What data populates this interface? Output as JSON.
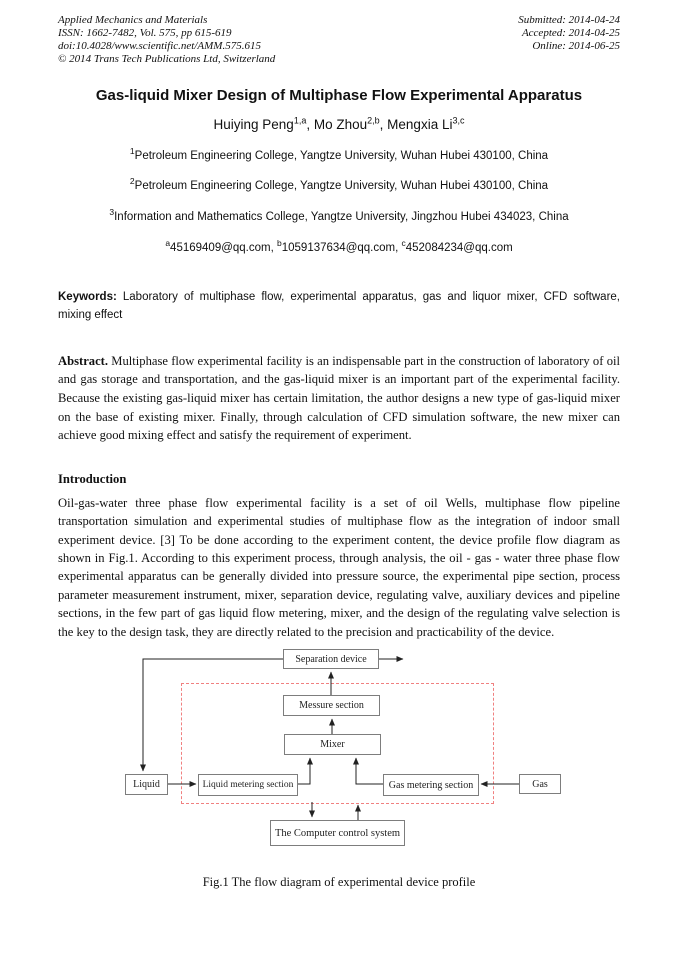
{
  "header": {
    "journal": "Applied Mechanics and Materials",
    "issn_line": "ISSN: 1662-7482, Vol. 575, pp 615-619",
    "doi_line": "doi:10.4028/www.scientific.net/AMM.575.615",
    "copyright_line": "© 2014 Trans Tech Publications Ltd, Switzerland",
    "submitted": "Submitted: 2014-04-24",
    "accepted": "Accepted: 2014-04-25",
    "online": "Online: 2014-06-25"
  },
  "title": "Gas-liquid Mixer Design of Multiphase Flow Experimental Apparatus",
  "authors": [
    {
      "name": "Huiying Peng",
      "sup": "1,a",
      "after": ", "
    },
    {
      "name": "Mo Zhou",
      "sup": "2,b",
      "after": ", "
    },
    {
      "name": "Mengxia Li",
      "sup": "3,c",
      "after": ""
    }
  ],
  "affiliations": [
    {
      "sup": "1",
      "text": "Petroleum Engineering College, Yangtze University, Wuhan Hubei 430100, China"
    },
    {
      "sup": "2",
      "text": "Petroleum Engineering College, Yangtze University, Wuhan Hubei 430100, China"
    },
    {
      "sup": "3",
      "text": "Information and Mathematics College, Yangtze University, Jingzhou Hubei 434023, China"
    }
  ],
  "emails": [
    {
      "sup": "a",
      "text": "45169409@qq.com,"
    },
    {
      "sup": "b",
      "text": "1059137634@qq.com,"
    },
    {
      "sup": "c",
      "text": "452084234@qq.com"
    }
  ],
  "keywords": {
    "label": "Keywords:",
    "text": "Laboratory of multiphase flow, experimental apparatus, gas and liquor mixer, CFD software, mixing effect"
  },
  "abstract": {
    "label": "Abstract.",
    "text": "Multiphase flow experimental facility is an indispensable part in the construction of laboratory of oil and gas storage and transportation, and the gas-liquid mixer is an important part of the experimental facility. Because the existing gas-liquid mixer has certain limitation, the author designs a new type of gas-liquid mixer on the base of existing mixer. Finally, through calculation of CFD simulation software, the new mixer can achieve good mixing effect and satisfy the requirement of experiment."
  },
  "introduction": {
    "heading": "Introduction",
    "paragraph": "Oil-gas-water three phase flow experimental facility is a set of oil Wells, multiphase flow pipeline transportation simulation and experimental studies of multiphase flow as the integration of indoor small experiment device. [3] To be done according to the experiment content, the device profile flow diagram as shown in Fig.1. According to this experiment process, through analysis, the oil - gas - water three phase flow experimental apparatus can be generally divided into pressure source, the experimental pipe section, process parameter measurement instrument, mixer, separation device, regulating valve, auxiliary devices and pipeline sections, in the few part of gas liquid flow metering, mixer, and the design of the regulating valve selection is the key to the design task, they are directly related to the precision and practicability of the device."
  },
  "figure": {
    "caption": "Fig.1 The flow diagram of experimental device profile",
    "dashed_box_color": "#f08080",
    "nodes": {
      "separation": "Separation device",
      "measure": "Messure section",
      "mixer": "Mixer",
      "liquid": "Liquid",
      "liquid_metering": "Liquid metering section",
      "gas_metering": "Gas metering section",
      "gas": "Gas",
      "computer": "The Computer control system"
    }
  }
}
